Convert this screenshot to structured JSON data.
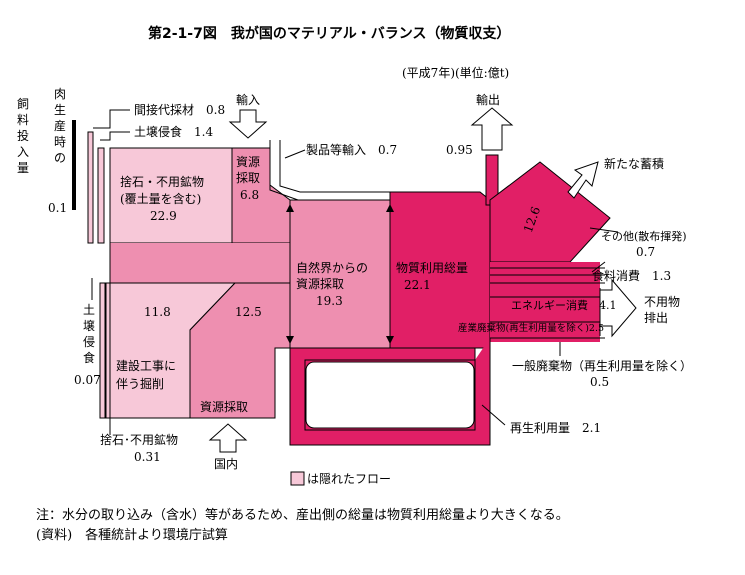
{
  "title": "第2-1-7図　我が国のマテリアル・バランス（物質収支）",
  "unit": "(平成7年)(単位:億t)",
  "colors": {
    "hidden_flow_pink": "#f7c8d8",
    "resource_pink": "#ee8fb0",
    "main_magenta": "#e11f66",
    "outline": "#000000"
  },
  "labels": {
    "feed_v": [
      "飼",
      "料",
      "投",
      "入",
      "量"
    ],
    "meat_v": [
      "肉",
      "生",
      "産",
      "時",
      "の"
    ],
    "feed_value": "0.1",
    "indirect_material": "間接代採材　0.8",
    "soil_erosion_top": "土壌侵食　1.4",
    "import": "輸入",
    "resource_extraction_import_1": "資源",
    "resource_extraction_import_2": "採取",
    "resource_extraction_import_value": "6.8",
    "product_import": "製品等輸入　0.7",
    "export": "輸出",
    "export_value": "0.95",
    "new_accumulation": "新たな蓄積",
    "accumulation_value": "12.6",
    "other_dispersive": "その他(散布揮発)",
    "other_dispersive_value": "0.7",
    "food_consumption": "食料消費　1.3",
    "energy_consumption": "エネルギー消費　4.1",
    "industrial_waste": "産業廃棄物(再生利用量を除く)2.5",
    "unused_emission_1": "不用物",
    "unused_emission_2": "排出",
    "general_waste": "一般廃棄物（再生利用量を除く）",
    "general_waste_value": "0.5",
    "recycled": "再生利用量　2.1",
    "waste_rock_1": "捨石・不用鉱物",
    "waste_rock_2": "(覆土量を含む)",
    "waste_rock_value": "22.9",
    "natural_resource_1": "自然界からの",
    "natural_resource_2": "資源採取",
    "natural_resource_value": "19.3",
    "total_material_use": "物質利用総量",
    "total_material_use_value": "22.1",
    "construction_value": "11.8",
    "domestic_extraction_value": "12.5",
    "construction_1": "建設工事に",
    "construction_2": "伴う掘削",
    "domestic_extraction": "資源採取",
    "soil_erosion_bottom_v": [
      "土",
      "壌",
      "侵",
      "食"
    ],
    "soil_erosion_bottom_value": "0.07",
    "waste_rock_bottom": "捨石･不用鉱物",
    "waste_rock_bottom_value": "0.31",
    "domestic": "国内",
    "legend_hidden_flow": "は隠れたフロー"
  },
  "notes": {
    "note": "注：水分の取り込み（含水）等があるため、産出側の総量は物質利用総量より大きくなる。",
    "source": "(資料)　各種統計より環境庁試算"
  }
}
